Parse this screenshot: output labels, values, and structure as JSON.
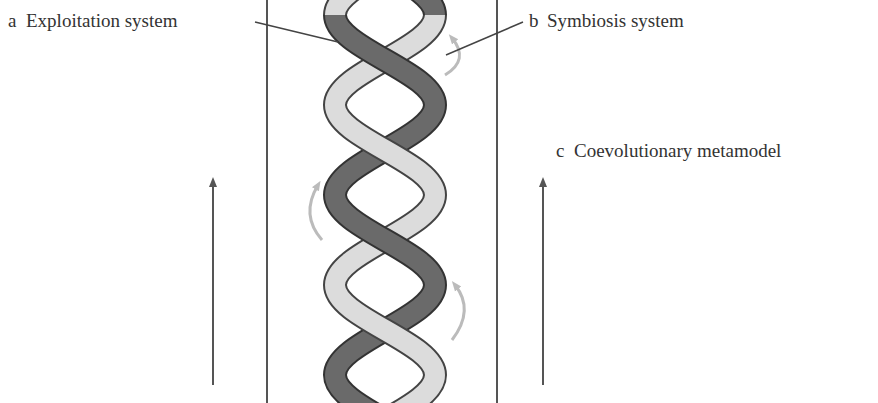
{
  "diagram": {
    "labels": [
      "a",
      "Exploitation system",
      "b",
      "Symbiosis system",
      "c",
      "Coevolutionary metamodel"
    ]
  }
}
